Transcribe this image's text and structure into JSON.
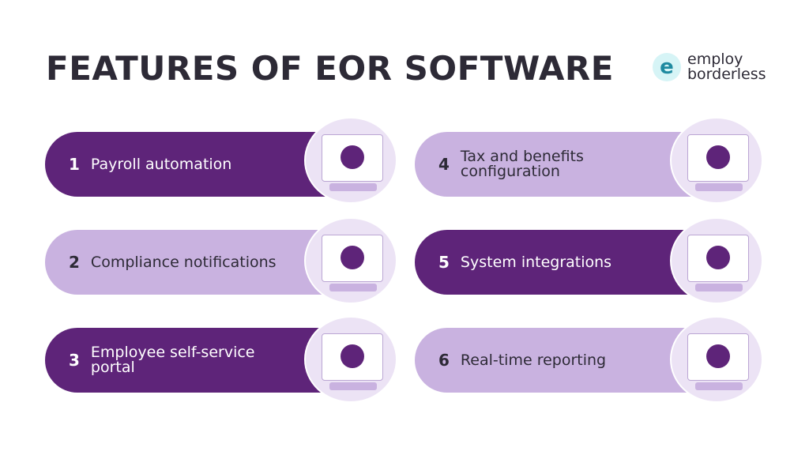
{
  "title": "FEATURES OF EOR SOFTWARE",
  "logo": {
    "line1": "employ",
    "line2": "borderless",
    "mark": "e"
  },
  "colors": {
    "dark_purple": "#5e2479",
    "light_purple": "#c9b2e0",
    "text": "#2d2a36",
    "logo_teal": "#1f8aa0"
  },
  "features": [
    {
      "num": "1",
      "label": "Payroll automation",
      "icon": "robot-illustration"
    },
    {
      "num": "2",
      "label": "Compliance notifications",
      "icon": "calendar-person-illustration"
    },
    {
      "num": "3",
      "label": "Employee self-service portal",
      "icon": "gears-person-illustration"
    },
    {
      "num": "4",
      "label": "Tax and benefits configuration",
      "icon": "tax-form-illustration"
    },
    {
      "num": "5",
      "label": "System integrations",
      "icon": "screens-person-illustration"
    },
    {
      "num": "6",
      "label": "Real-time reporting",
      "icon": "clipboard-chart-illustration"
    }
  ]
}
